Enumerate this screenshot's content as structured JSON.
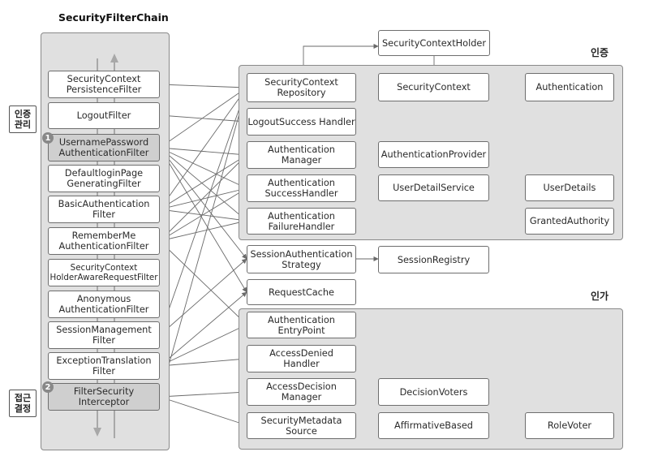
{
  "chain": {
    "title": "SecurityFilterChain",
    "filters": [
      "SecurityContext\nPersistenceFilter",
      "LogoutFilter",
      "UsernamePassword\nAuthenticationFilter",
      "DefaultloginPage\nGeneratingFilter",
      "BasicAuthentication\nFilter",
      "RememberMe\nAuthenticationFilter",
      "SecurityContext\nHolderAwareRequestFilter",
      "Anonymous\nAuthenticationFilter",
      "SessionManagement\nFilter",
      "ExceptionTranslation\nFilter",
      "FilterSecurity\nInterceptor"
    ]
  },
  "tags": {
    "auth_mgmt": "인증\n관리",
    "access_decision": "접근\n결정",
    "badge1": "1",
    "badge2": "2"
  },
  "sections": {
    "authentication": "인증",
    "authorization": "인가"
  },
  "nodes": {
    "context_holder": "SecurityContextHolder",
    "context_repository": "SecurityContext\nRepository",
    "security_context": "SecurityContext",
    "authentication": "Authentication",
    "logout_success_handler": "LogoutSuccess Handler",
    "authentication_manager": "Authentication\nManager",
    "authentication_provider": "AuthenticationProvider",
    "authentication_success_handler": "Authentication\nSuccessHandler",
    "user_detail_service": "UserDetailService",
    "user_details": "UserDetails",
    "authentication_failure_handler": "Authentication\nFailureHandler",
    "granted_authority": "GrantedAuthority",
    "session_auth_strategy": "SessionAuthentication\nStrategy",
    "session_registry": "SessionRegistry",
    "request_cache": "RequestCache",
    "authentication_entry_point": "Authentication\nEntryPoint",
    "access_denied_handler": "AccessDenied\nHandler",
    "access_decision_manager": "AccessDecision\nManager",
    "decision_voters": "DecisionVoters",
    "security_metadata_source": "SecurityMetadata\nSource",
    "affirmative_based": "AffirmativeBased",
    "role_voter": "RoleVoter"
  }
}
